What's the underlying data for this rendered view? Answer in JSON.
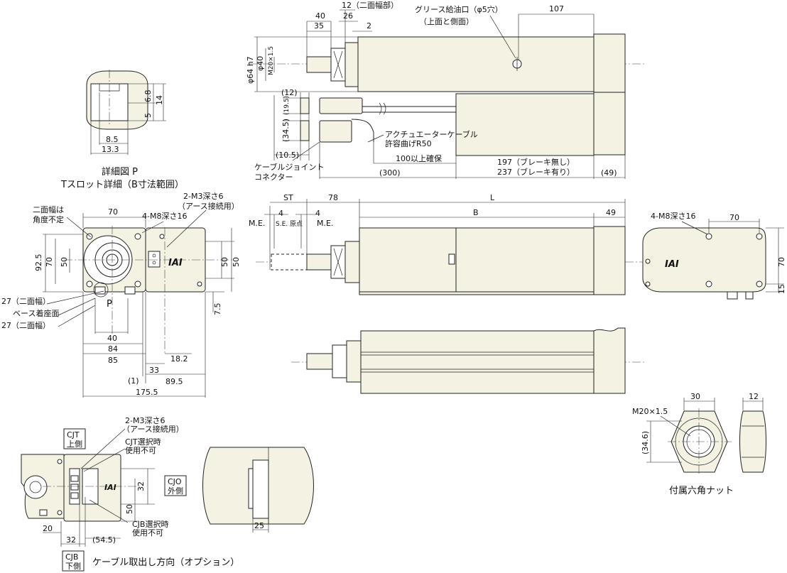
{
  "labels": {
    "grease_port": "グリース給油口（φ5穴）",
    "grease_port_sub": "（上面と側面）",
    "two_face_width_part": "12（二面幅部）",
    "actuator_cable": "アクチュエーターケーブル",
    "cable_bend": "許容曲げR50",
    "secure_100": "100以上確保",
    "no_brake": "197（ブレーキ無し）",
    "with_brake": "237（ブレーキ有り）",
    "cable_joint": "ケーブルジョイント",
    "connector": "コネクター",
    "detail_p_title": "詳細図 P",
    "detail_p_sub": "Tスロット詳細（B寸法範囲）",
    "two_face_undetermined_1": "二面幅は",
    "two_face_undetermined_2": "角度不定",
    "m8_depth": "4-M8深さ16",
    "m3_depth": "2-M3深さ6",
    "earth_conn": "（アース接続用）",
    "two_face_27a": "27（二面幅）",
    "base_seat": "ベース着座面",
    "two_face_27b": "27（二面幅）",
    "p_mark": "P",
    "me_1": "M.E.",
    "se": "S.E.",
    "origin": "原点",
    "me_2": "M.E.",
    "st": "ST",
    "l": "L",
    "b": "B",
    "m8_depth_right": "4-M8深さ16",
    "hex_nut_title": "付属六角ナット",
    "m20": "M20×1.5",
    "cable_dir_title": "ケーブル取出し方向（オプション）",
    "cjt_1": "CJT",
    "cjt_2": "上側",
    "cjt_note_1": "CJT選択時",
    "cjt_note_2": "使用不可",
    "cjo_1": "CJO",
    "cjo_2": "外側",
    "cjb_note_1": "CJB選択時",
    "cjb_note_2": "使用不可",
    "cjb_1": "CJB",
    "cjb_2": "下側",
    "m3_depth_2": "2-M3深さ6",
    "earth_conn_2": "（アース接続用）",
    "logo": "IAI",
    "phi64": "φ64 h7",
    "phi40": "φ40",
    "m20_v": "M20×1.5"
  },
  "dims": {
    "d40": "40",
    "d26": "26",
    "d35": "35",
    "d2": "2",
    "d107": "107",
    "d12p": "(12)",
    "d195": "(19.5)",
    "d345": "(34.5)",
    "d105": "(10.5)",
    "d300": "(300)",
    "d49p": "(49)",
    "d68": "6.8",
    "d5": "5",
    "d14": "14",
    "d85s": "8.5",
    "d133": "13.3",
    "d70": "70",
    "d925": "92.5",
    "d70v": "70",
    "d50v": "50",
    "d50r": "50",
    "d50rr": "50",
    "d75": "7.5",
    "d40h": "40",
    "d84": "84",
    "d85": "85",
    "d182": "18.2",
    "d33": "33",
    "d1": "(1)",
    "d895": "89.5",
    "d1755": "175.5",
    "d4a": "4",
    "d78": "78",
    "d4b": "4",
    "d49": "49",
    "d70r": "70",
    "d70rv": "70",
    "d15": "15",
    "d30": "30",
    "d12": "12",
    "d346": "(34.6)",
    "d32v": "32",
    "d50c": "50",
    "d20": "20",
    "d32": "32",
    "d545": "(54.5)",
    "d25": "25"
  }
}
